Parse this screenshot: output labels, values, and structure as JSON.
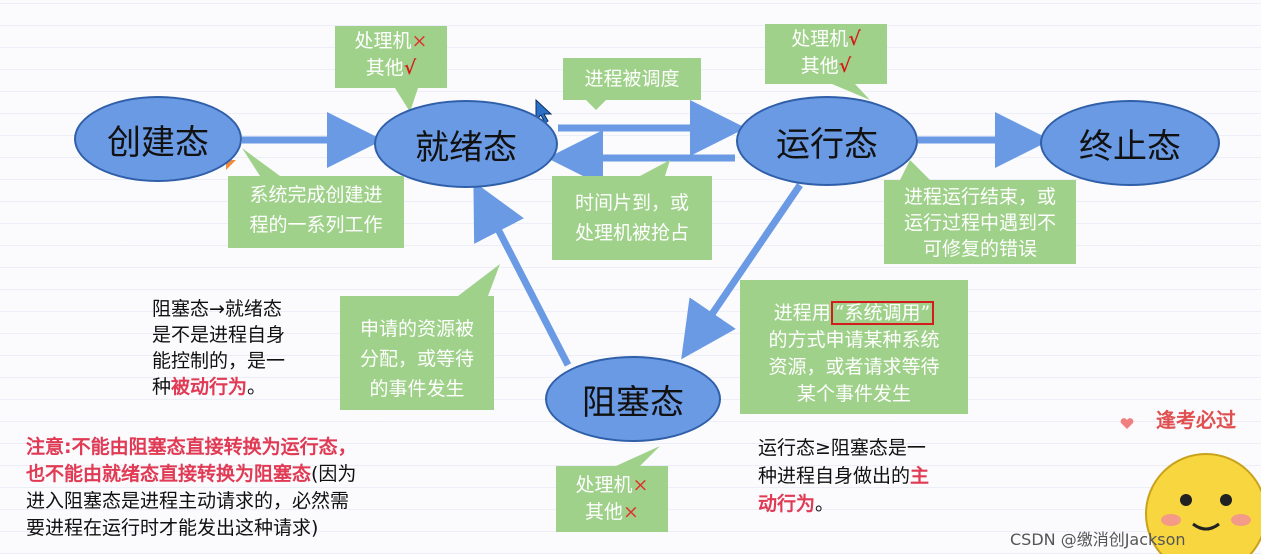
{
  "states": {
    "create": "创建态",
    "ready": "就绪态",
    "running": "运行态",
    "terminated": "终止态",
    "blocked": "阻塞态"
  },
  "notes": {
    "ready_cpu": {
      "line1_text": "处理机",
      "line1_mark": "×",
      "line2_text": "其他",
      "line2_mark": "√"
    },
    "running_cpu": {
      "line1_text": "处理机",
      "line1_mark": "√",
      "line2_text": "其他",
      "line2_mark": "√"
    },
    "blocked_cpu": {
      "line1_text": "处理机",
      "line1_mark": "×",
      "line2_text": "其他",
      "line2_mark": "×"
    },
    "scheduled": "进程被调度",
    "create_done": {
      "line1": "系统完成创建进",
      "line2": "程的一系列工作"
    },
    "timeslice": {
      "line1": "时间片到，或",
      "line2": "处理机被抢占"
    },
    "terminate": {
      "line1": "进程运行结束，或",
      "line2": "运行过程中遇到不",
      "line3": "可修复的错误"
    },
    "resource": {
      "line1": "申请的资源被",
      "line2": "分配，或等待",
      "line3": "的事件发生"
    },
    "syscall": {
      "line1_pre": "进程用",
      "line1_boxed": "“系统调用”",
      "line2": "的方式申请某种系统",
      "line3": "资源，或者请求等待",
      "line4": "某个事件发生"
    }
  },
  "text": {
    "passive": {
      "line1": "阻塞态→就绪态",
      "line2": "是不是进程自身",
      "line3": "能控制的，是一",
      "line4_pre": "种",
      "line4_strong": "被动行为",
      "line4_post": "。"
    },
    "attention": {
      "line1": "注意:不能由阻塞态直接转换为运行态，",
      "line2_strong": "也不能由就绪态直接转换为阻塞态",
      "line2_post": "(因为",
      "line3": "进入阻塞态是进程主动请求的，必然需",
      "line4": "要进程在运行时才能发出这种请求)"
    },
    "active": {
      "line1": "运行态≥阻塞态是一",
      "line2_pre": "种进程自身做出的",
      "line2_strong": "主",
      "line3_strong": "动行为",
      "line3_post": "。"
    }
  },
  "stamp": "逢考必过",
  "watermark": "CSDN @缴消创Jackson",
  "colors": {
    "state_fill": "#6a9ae4",
    "state_border": "#2f5fa8",
    "note_fill": "#9fd18a",
    "arrow": "#6a9ae4",
    "highlight": "#e03a55"
  }
}
